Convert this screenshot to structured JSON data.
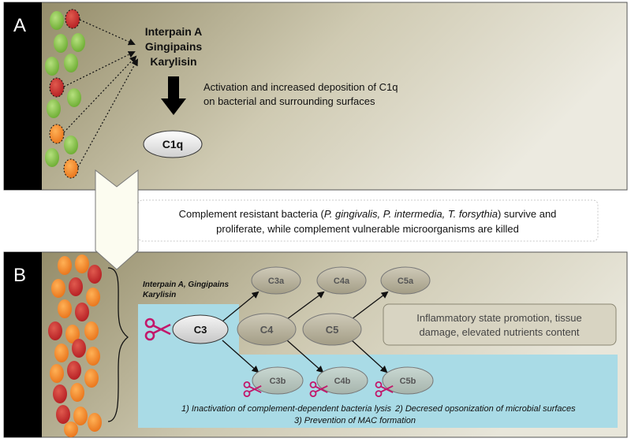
{
  "panel_a": {
    "letter": "A",
    "enzymes_line1": "Interpain A",
    "enzymes_line2": "Gingipains",
    "enzymes_line3": "Karylisin",
    "activation_line1": "Activation and increased deposition of C1q",
    "activation_line2": "on bacterial and surrounding surfaces",
    "c1q_label": "C1q"
  },
  "middle": {
    "note_line1_prefix": "Complement resistant bacteria (",
    "note_line1_species": "P. gingivalis, P. intermedia, T. forsythia",
    "note_line1_suffix": ") survive and",
    "note_line2": "proliferate, while complement vulnerable microorganisms are killed"
  },
  "panel_b": {
    "letter": "B",
    "enzymes_line1": "Interpain A, Gingipains",
    "enzymes_line2": "Karylisin",
    "c3": "C3",
    "c4": "C4",
    "c5": "C5",
    "c3a": "C3a",
    "c4a": "C4a",
    "c5a": "C5a",
    "c3b": "C3b",
    "c4b": "C4b",
    "c5b": "C5b",
    "inflammation_line1": "Inflammatory state promotion, tissue",
    "inflammation_line2": "damage, elevated nutrients content",
    "outcome_1": "1) Inactivation of complement-dependent bacteria lysis",
    "outcome_2": "2) Decresed opsonization of microbial surfaces",
    "outcome_3": "3) Prevention of MAC formation"
  },
  "colors": {
    "green_bacteria": "#7cc243",
    "red_bacteria": "#cc2a2a",
    "orange_bacteria": "#f0841c",
    "panel_blue": "#a9dbe6",
    "scissors": "#c2186b"
  }
}
